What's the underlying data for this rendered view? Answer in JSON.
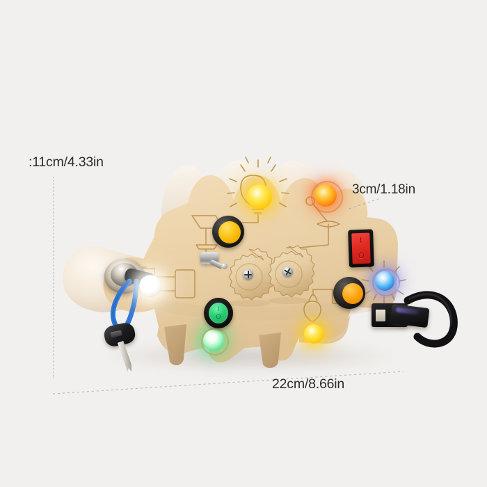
{
  "scene": {
    "background_color": "#f2f0ee",
    "subject": "wooden dinosaur busy board",
    "alt": "Wooden stegosaurus-shaped LED busy board with switches, buttons, gears, key and USB cable"
  },
  "dimensions": {
    "height_label": ":11cm/4.33in",
    "depth_label": "3cm/1.18in",
    "width_label": "22cm/8.66in",
    "line_color": "#9a9a9a",
    "text_color": "#2b2b2b"
  },
  "board": {
    "name": "dinosaur-busy-board",
    "wood_face_color": "#edd6b0",
    "wood_top_color": "#f5ece0",
    "wood_edge_color": "#c9a877",
    "engrave_color": "#b98a46"
  },
  "components": [
    {
      "id": "key-ignition",
      "label": "Key ignition with lanyard key"
    },
    {
      "id": "white-led",
      "label": "White LED",
      "color": "#fffdf5"
    },
    {
      "id": "toggle-switch",
      "label": "Metal toggle switch"
    },
    {
      "id": "green-rocker",
      "label": "Green rocker button",
      "on_glyph": "I",
      "off_glyph": "O",
      "color": "#22cf72"
    },
    {
      "id": "green-led",
      "label": "Green LED",
      "color": "#45d97f"
    },
    {
      "id": "gear-left",
      "label": "Wooden gear left"
    },
    {
      "id": "gear-right",
      "label": "Wooden gear right"
    },
    {
      "id": "yellow-knob",
      "label": "Yellow push button",
      "color": "#ffc516"
    },
    {
      "id": "yellow-led-bulb",
      "label": "Yellow LED in bulb engraving",
      "color": "#ffd21e"
    },
    {
      "id": "orange-led-lamp",
      "label": "Orange LED in desk lamp engraving",
      "color": "#ff9a17"
    },
    {
      "id": "red-rocker",
      "label": "Red rocker switch",
      "on_glyph": "I",
      "off_glyph": "O",
      "color": "#e02a22"
    },
    {
      "id": "orange-knob",
      "label": "Orange push button",
      "color": "#ffa916"
    },
    {
      "id": "blue-led-sun",
      "label": "Blue LED in sun engraving",
      "color": "#51b7f5"
    },
    {
      "id": "yellow-led-hang",
      "label": "Yellow LED hanging bulb",
      "color": "#ffd21e"
    },
    {
      "id": "usb-port",
      "label": "USB port with cable"
    }
  ],
  "engravings": [
    {
      "id": "lamp-shade-engraving",
      "label": "Table lamp outline"
    },
    {
      "id": "light-bulb-engraving",
      "label": "Light bulb with rays"
    },
    {
      "id": "desk-lamp-engraving",
      "label": "Desk lamp outline"
    },
    {
      "id": "sun-rays-engraving",
      "label": "Sun rays"
    },
    {
      "id": "battery-engraving",
      "label": "Battery / circuit box"
    },
    {
      "id": "hanging-bulb-engraving",
      "label": "Hanging bulb outline"
    },
    {
      "id": "circuit-wires",
      "label": "Circuit wire traces"
    }
  ]
}
